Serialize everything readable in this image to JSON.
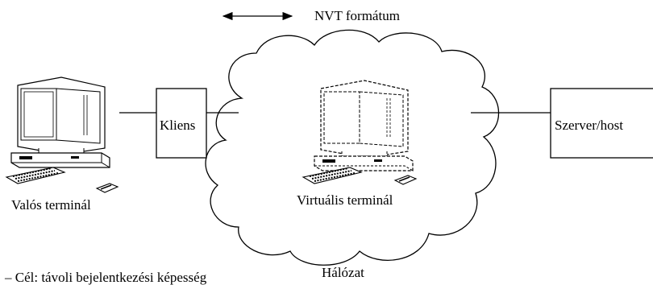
{
  "diagram": {
    "arrow_label": "NVT formátum",
    "client_label": "Kliens",
    "server_label": "Szerver/host",
    "real_terminal_label": "Valós terminál",
    "virtual_terminal_label": "Virtuális terminál",
    "network_label": "Hálózat",
    "footnote": "– Cél: távoli bejelentkezési képesség"
  }
}
